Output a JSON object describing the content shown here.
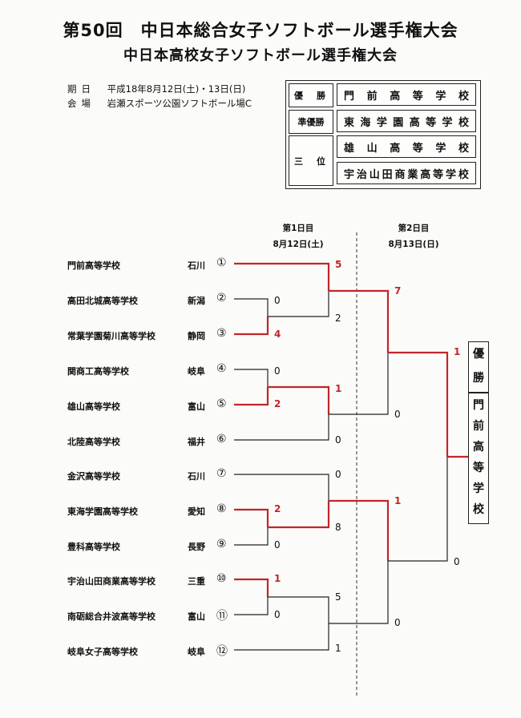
{
  "header": {
    "title": "第50回　中日本総合女子ソフトボール選手権大会",
    "subtitle": "中日本高校女子ソフトボール選手権大会"
  },
  "info": [
    {
      "label": "期日",
      "value": "平成18年8月12日(土)・13日(日)"
    },
    {
      "label": "会場",
      "value": "岩瀬スポーツ公園ソフトボール場C"
    }
  ],
  "results": {
    "winner_label": "優　勝",
    "winner": "門前高等学校",
    "runner_label": "準優勝",
    "runner": "東海学園高等学校",
    "third_label": "三　位",
    "third": [
      "雄山高等学校",
      "宇治山田商業高等学校"
    ]
  },
  "days": [
    {
      "label": "第1日目",
      "date": "8月12日(土)"
    },
    {
      "label": "第2日目",
      "date": "8月13日(日)"
    }
  ],
  "teams": [
    {
      "name": "門前高等学校",
      "pref": "石川",
      "num": "①"
    },
    {
      "name": "高田北城高等学校",
      "pref": "新潟",
      "num": "②"
    },
    {
      "name": "常葉学園菊川高等学校",
      "pref": "静岡",
      "num": "③"
    },
    {
      "name": "関商工高等学校",
      "pref": "岐阜",
      "num": "④"
    },
    {
      "name": "雄山高等学校",
      "pref": "富山",
      "num": "⑤"
    },
    {
      "name": "北陸高等学校",
      "pref": "福井",
      "num": "⑥"
    },
    {
      "name": "金沢高等学校",
      "pref": "石川",
      "num": "⑦"
    },
    {
      "name": "東海学園高等学校",
      "pref": "愛知",
      "num": "⑧"
    },
    {
      "name": "豊科高等学校",
      "pref": "長野",
      "num": "⑨"
    },
    {
      "name": "宇治山田商業高等学校",
      "pref": "三重",
      "num": "⑩"
    },
    {
      "name": "南砺総合井波高等学校",
      "pref": "富山",
      "num": "⑪"
    },
    {
      "name": "岐阜女子高等学校",
      "pref": "岐阜",
      "num": "⑫"
    }
  ],
  "scores": {
    "r1a_top": "0",
    "r1a_bot": "4",
    "r1b_top": "0",
    "r1b_bot": "2",
    "r1c_top": "2",
    "r1c_bot": "0",
    "r1d_top": "1",
    "r1d_bot": "0",
    "qf1_top": "5",
    "qf1_bot": "2",
    "qf2_top": "1",
    "qf2_bot": "0",
    "qf3_top": "0",
    "qf3_bot": "8",
    "qf4_top": "5",
    "qf4_bot": "1",
    "sf1_top": "7",
    "sf1_bot": "0",
    "sf2_top": "1",
    "sf2_bot": "0",
    "f_top": "1",
    "f_bot": "0"
  },
  "champion": {
    "label": [
      "優",
      "勝"
    ],
    "name": [
      "門",
      "前",
      "高",
      "等",
      "学",
      "校"
    ]
  },
  "colors": {
    "winner_line": "#c0262b",
    "loser_line": "#222222"
  }
}
